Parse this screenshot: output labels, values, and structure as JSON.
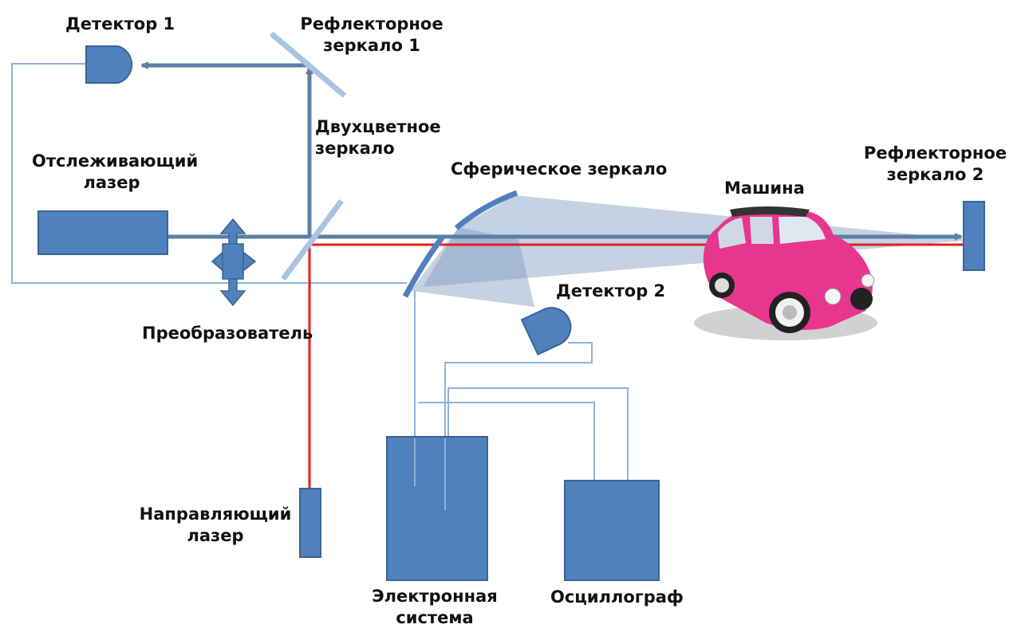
{
  "labels": {
    "detector1": "Детектор 1",
    "reflector1": [
      "Рефлекторное",
      "зеркало 1"
    ],
    "dichroic": [
      "Двухцветное",
      "зеркало"
    ],
    "tracking_laser": [
      "Отслеживающий",
      "лазер"
    ],
    "spherical_mirror": "Сферическое зеркало",
    "car": "Машина",
    "reflector2": [
      "Рефлекторное",
      "зеркало 2"
    ],
    "detector2": "Детектор 2",
    "converter": "Преобразователь",
    "guide_laser": [
      "Направляющий",
      "лазер"
    ],
    "electronics": [
      "Электронная",
      "система"
    ],
    "oscilloscope": "Осциллограф"
  },
  "colors": {
    "component": "#4f81bd",
    "component_border": "#3a6496",
    "beam": "#5b7fa6",
    "wire": "#8fb1d9",
    "red_beam": "#e02020",
    "cone": "#7f9bbf",
    "glass": "#a9c3e3",
    "car_body": "#e8368f"
  }
}
